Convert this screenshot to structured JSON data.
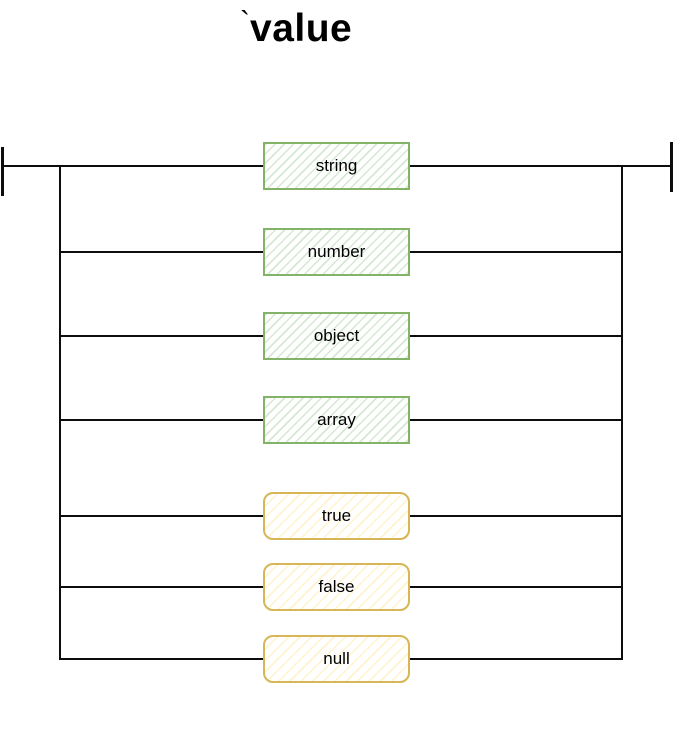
{
  "title": {
    "tick": "`",
    "text": "value"
  },
  "diagram": {
    "kind": "railroad-diagram",
    "rule_name": "value",
    "alternatives": [
      {
        "label": "string",
        "kind": "nonterminal"
      },
      {
        "label": "number",
        "kind": "nonterminal"
      },
      {
        "label": "object",
        "kind": "nonterminal"
      },
      {
        "label": "array",
        "kind": "nonterminal"
      },
      {
        "label": "true",
        "kind": "terminal"
      },
      {
        "label": "false",
        "kind": "terminal"
      },
      {
        "label": "null",
        "kind": "terminal"
      }
    ],
    "colors": {
      "nonterminal_border": "#82b366",
      "nonterminal_hatch": "#d5e8d4",
      "terminal_border": "#d6b656",
      "terminal_hatch": "#fff2cc",
      "rail": "#0d0d0d"
    }
  }
}
